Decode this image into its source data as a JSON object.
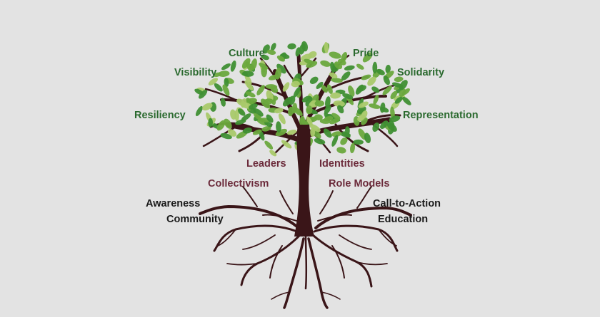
{
  "colors": {
    "background": "#e3e3e3",
    "trunk": "#3a1518",
    "leaf_dark": "#3f8f33",
    "leaf_mid": "#6aa83d",
    "leaf_light": "#a9c96a",
    "canopy_label": "#2b6a2f",
    "trunk_label": "#6b2a3a",
    "root_label": "#1a1a1a"
  },
  "canopy_labels": {
    "culture": "Culture",
    "pride": "Pride",
    "visibility": "Visibility",
    "solidarity": "Solidarity",
    "resiliency": "Resiliency",
    "representation": "Representation"
  },
  "trunk_labels": {
    "leaders": "Leaders",
    "identities": "Identities",
    "collectivism": "Collectivism",
    "role_models": "Role Models"
  },
  "root_labels": {
    "awareness": "Awareness",
    "community": "Community",
    "call_to_action": "Call-to-Action",
    "education": "Education"
  }
}
